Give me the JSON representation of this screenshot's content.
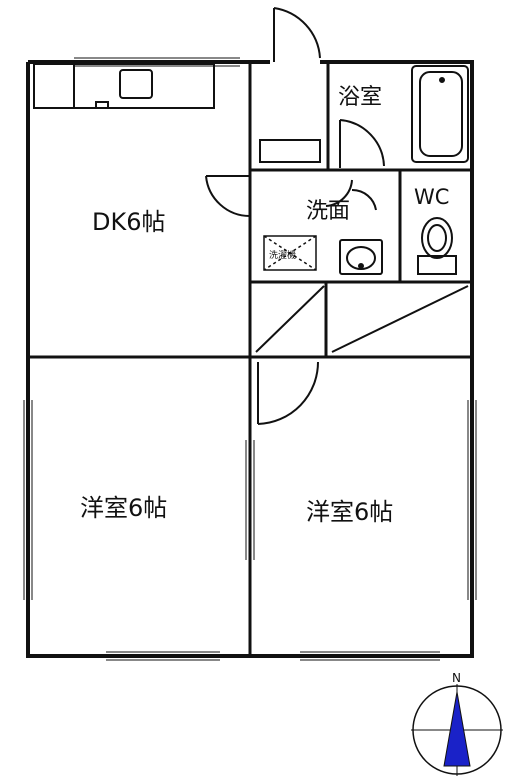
{
  "rooms": {
    "dk": "DK6帖",
    "bath": "浴室",
    "washroom": "洗面",
    "wc": "WC",
    "western_left": "洋室6帖",
    "western_right": "洋室6帖"
  },
  "fixtures": {
    "washer": "洗濯機"
  },
  "compass": {
    "north": "N"
  },
  "colors": {
    "wall": "#111111",
    "compass_fill": "#1a22c8"
  }
}
